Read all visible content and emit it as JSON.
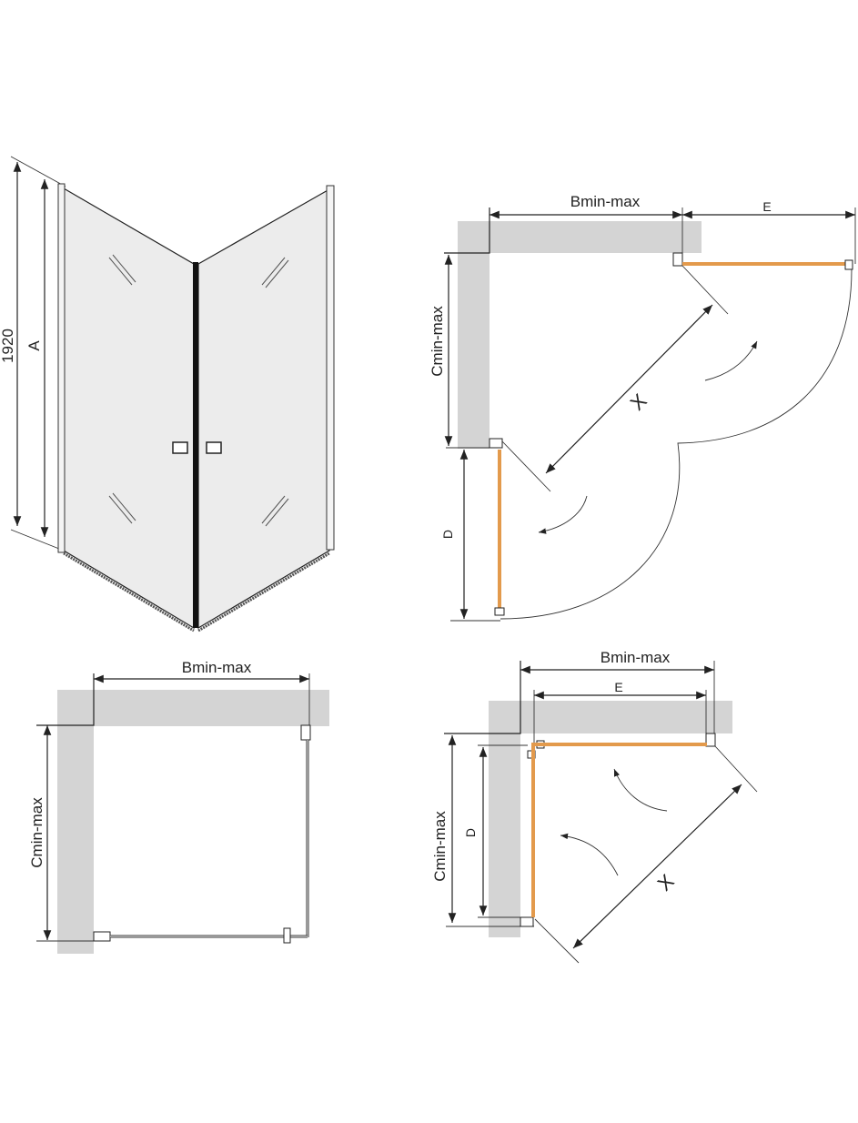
{
  "colors": {
    "glass": "#e39a4c",
    "wall": "#d4d4d4",
    "panel": "#ececec",
    "line": "#222222"
  },
  "iso_view": {
    "height_label": "1920",
    "a_label": "A"
  },
  "plan_top_right": {
    "b_label": "Bmin-max",
    "e_label": "E",
    "c_label": "Cmin-max",
    "d_label": "D",
    "x_label": "X"
  },
  "plan_bottom_left": {
    "b_label": "Bmin-max",
    "c_label": "Cmin-max"
  },
  "plan_bottom_right": {
    "b_label": "Bmin-max",
    "e_label": "E",
    "c_label": "Cmin-max",
    "d_label": "D",
    "x_label": "X"
  }
}
